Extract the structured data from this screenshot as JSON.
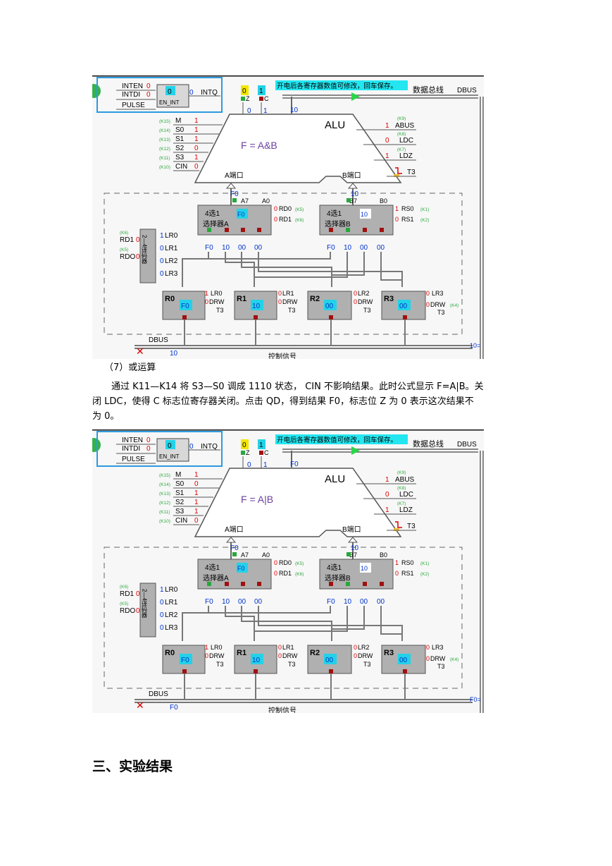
{
  "section_7_heading": "（7）或运算",
  "section_7_text_line1": "通过 K11—K14 将 S3—S0 调成 1110 状态， CIN 不影响结果。此时公式显示 F=A|B。关",
  "section_7_text_line2": "闭 LDC，使得 C 标志位寄存器关闭。点击 QD，得到结果 F0，标志位 Z 为 0 表示这次结果不",
  "section_7_text_line3": "为 0。",
  "section_3_heading": "三、实验结果",
  "screens": [
    {
      "notice": "开电后各寄存器数值可修改，回车保存。",
      "bus_title": "数据总线",
      "dbus": "DBUS",
      "inten": "INTEN",
      "inten_val": "0",
      "intdi": "INTDI",
      "intdi_val": "0",
      "pulse": "PULSE",
      "en_int": "EN_INT",
      "en_int_val": "0",
      "intq": "INTQ",
      "intq_val": "0",
      "z_val": "0",
      "c_val": "1",
      "z": "Z",
      "c": "C",
      "z_bit": "0",
      "c_bit": "1",
      "alu_out": "10",
      "alu": "ALU",
      "formula": "F = A&B",
      "port_a": "A端口",
      "port_b": "B端口",
      "ctrl_left": [
        {
          "k": "(K15)",
          "name": "M",
          "val": "1"
        },
        {
          "k": "(K14)",
          "name": "S0",
          "val": "1"
        },
        {
          "k": "(K13)",
          "name": "S1",
          "val": "1"
        },
        {
          "k": "(K12)",
          "name": "S2",
          "val": "0"
        },
        {
          "k": "(K11)",
          "name": "S3",
          "val": "1"
        },
        {
          "k": "(K10)",
          "name": "CIN",
          "val": "0"
        }
      ],
      "ctrl_right": [
        {
          "k": "(K9)",
          "name": "ABUS",
          "val": "1"
        },
        {
          "k": "(K8)",
          "name": "LDC",
          "val": "0"
        },
        {
          "k": "(K7)",
          "name": "LDZ",
          "val": "1"
        },
        {
          "k": "",
          "name": "T3",
          "val": ""
        }
      ],
      "a_in": "F0",
      "b_in": "10",
      "a7": "A7",
      "a0": "A0",
      "b7": "B7",
      "b0": "B0",
      "mux_a_title": "4选1",
      "mux_a_sub": "选择器A",
      "mux_a_val": "F0",
      "mux_b_title": "4选1",
      "mux_b_sub": "选择器B",
      "mux_b_val": "10",
      "rd0": "RD0",
      "rd0_val": "0",
      "rd0_k": "(K5)",
      "rd1": "RD1",
      "rd1_val": "0",
      "rd1_k": "(K6)",
      "rs0": "RS0",
      "rs0_val": "1",
      "rs0_k": "(K1)",
      "rs1": "RS1",
      "rs1_val": "0",
      "rs1_k": "(K2)",
      "mux_inputs": [
        "F0",
        "10",
        "00",
        "00"
      ],
      "decoder": "2—4译码器",
      "dec_in": [
        {
          "k": "(K6)",
          "name": "RD1",
          "val": "0"
        },
        {
          "k": "(K5)",
          "name": "RDO",
          "val": "0"
        }
      ],
      "dec_out": [
        {
          "val": "1",
          "name": "LR0"
        },
        {
          "val": "0",
          "name": "LR1"
        },
        {
          "val": "0",
          "name": "LR2"
        },
        {
          "val": "0",
          "name": "LR3"
        }
      ],
      "regs": [
        {
          "name": "R0",
          "val": "F0",
          "lr": "LR0",
          "lr_val": "1",
          "drw_val": "0"
        },
        {
          "name": "R1",
          "val": "10",
          "lr": "LR1",
          "lr_val": "0",
          "drw_val": "0"
        },
        {
          "name": "R2",
          "val": "00",
          "lr": "LR2",
          "lr_val": "0",
          "drw_val": "0"
        },
        {
          "name": "R3",
          "val": "00",
          "lr": "LR3",
          "lr_val": "0",
          "drw_val": "0"
        }
      ],
      "drw": "DRW",
      "t3": "T3",
      "k4": "(K4)",
      "dbus_bottom": "DBUS",
      "dbus_value": "10",
      "right_tag": "10=",
      "ctrl_sig": "控制信号"
    },
    {
      "notice": "开电后各寄存器数值可修改，回车保存。",
      "bus_title": "数据总线",
      "dbus": "DBUS",
      "inten": "INTEN",
      "inten_val": "0",
      "intdi": "INTDI",
      "intdi_val": "0",
      "pulse": "PULSE",
      "en_int": "EN_INT",
      "en_int_val": "0",
      "intq": "INTQ",
      "intq_val": "0",
      "z_val": "0",
      "c_val": "1",
      "z": "Z",
      "c": "C",
      "z_bit": "0",
      "c_bit": "1",
      "alu_out": "F0",
      "alu": "ALU",
      "formula": "F = A|B",
      "port_a": "A端口",
      "port_b": "B端口",
      "ctrl_left": [
        {
          "k": "(K15)",
          "name": "M",
          "val": "1"
        },
        {
          "k": "(K14)",
          "name": "S0",
          "val": "0"
        },
        {
          "k": "(K13)",
          "name": "S1",
          "val": "1"
        },
        {
          "k": "(K12)",
          "name": "S2",
          "val": "1"
        },
        {
          "k": "(K11)",
          "name": "S3",
          "val": "1"
        },
        {
          "k": "(K10)",
          "name": "CIN",
          "val": "0"
        }
      ],
      "ctrl_right": [
        {
          "k": "(K9)",
          "name": "ABUS",
          "val": "1"
        },
        {
          "k": "(K8)",
          "name": "LDC",
          "val": "0"
        },
        {
          "k": "(K7)",
          "name": "LDZ",
          "val": "1"
        },
        {
          "k": "",
          "name": "T3",
          "val": ""
        }
      ],
      "a_in": "F0",
      "b_in": "10",
      "a7": "A7",
      "a0": "A0",
      "b7": "B7",
      "b0": "B0",
      "mux_a_title": "4选1",
      "mux_a_sub": "选择器A",
      "mux_a_val": "F0",
      "mux_b_title": "4选1",
      "mux_b_sub": "选择器B",
      "mux_b_val": "10",
      "rd0": "RD0",
      "rd0_val": "0",
      "rd0_k": "(K5)",
      "rd1": "RD1",
      "rd1_val": "0",
      "rd1_k": "(K6)",
      "rs0": "RS0",
      "rs0_val": "1",
      "rs0_k": "(K1)",
      "rs1": "RS1",
      "rs1_val": "0",
      "rs1_k": "(K2)",
      "mux_inputs": [
        "F0",
        "10",
        "00",
        "00"
      ],
      "decoder": "2—4译码器",
      "dec_in": [
        {
          "k": "(K6)",
          "name": "RD1",
          "val": "0"
        },
        {
          "k": "(K5)",
          "name": "RDO",
          "val": "0"
        }
      ],
      "dec_out": [
        {
          "val": "1",
          "name": "LR0"
        },
        {
          "val": "0",
          "name": "LR1"
        },
        {
          "val": "0",
          "name": "LR2"
        },
        {
          "val": "0",
          "name": "LR3"
        }
      ],
      "regs": [
        {
          "name": "R0",
          "val": "F0",
          "lr": "LR0",
          "lr_val": "1",
          "drw_val": "0"
        },
        {
          "name": "R1",
          "val": "10",
          "lr": "LR1",
          "lr_val": "0",
          "drw_val": "0"
        },
        {
          "name": "R2",
          "val": "00",
          "lr": "LR2",
          "lr_val": "0",
          "drw_val": "0"
        },
        {
          "name": "R3",
          "val": "00",
          "lr": "LR3",
          "lr_val": "0",
          "drw_val": "0"
        }
      ],
      "drw": "DRW",
      "t3": "T3",
      "k4": "(K4)",
      "dbus_bottom": "DBUS",
      "dbus_value": "F0",
      "right_tag": "F0=",
      "ctrl_sig": "控制信号"
    }
  ]
}
